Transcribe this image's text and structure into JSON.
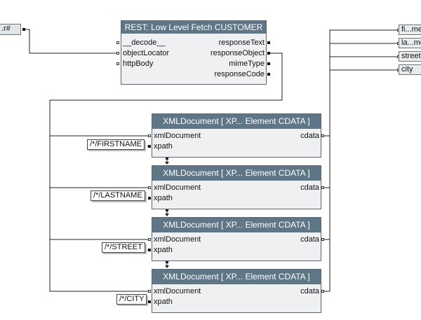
{
  "source_node": {
    "label": ".r#"
  },
  "rest_node": {
    "title": "REST: Low Level Fetch CUSTOMER",
    "inputs": [
      "__decode__",
      "objectLocator",
      "httpBody"
    ],
    "outputs": [
      "responseText",
      "responseObject",
      "mimeType",
      "responseCode"
    ]
  },
  "xml_nodes": [
    {
      "title": "XMLDocument [ XP... Element CDATA ]",
      "in_doc": "xmlDocument",
      "in_xpath": "xpath",
      "out": "cdata",
      "xpath_value": "/*/FIRSTNAME"
    },
    {
      "title": "XMLDocument [ XP... Element CDATA ]",
      "in_doc": "xmlDocument",
      "in_xpath": "xpath",
      "out": "cdata",
      "xpath_value": "/*/LASTNAME"
    },
    {
      "title": "XMLDocument [ XP... Element CDATA ]",
      "in_doc": "xmlDocument",
      "in_xpath": "xpath",
      "out": "cdata",
      "xpath_value": "/*/STREET"
    },
    {
      "title": "XMLDocument [ XP... Element CDATA ]",
      "in_doc": "xmlDocument",
      "in_xpath": "xpath",
      "out": "cdata",
      "xpath_value": "/*/CITY"
    }
  ],
  "sinks": [
    "fi...me",
    "la...me",
    "street",
    "city"
  ],
  "colors": {
    "header": "#5f7687",
    "node_body": "#eef0f2",
    "wire": "#222222"
  }
}
